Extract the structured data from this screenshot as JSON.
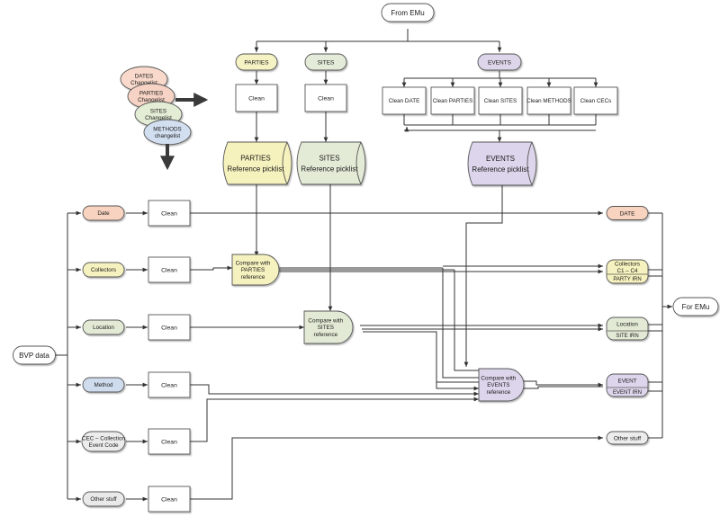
{
  "source": {
    "label": "From EMu"
  },
  "references": [
    {
      "id": "parties",
      "label": "PARTIES",
      "color": "#f5f3c4"
    },
    {
      "id": "sites",
      "label": "SITES",
      "color": "#e4ecd9"
    },
    {
      "id": "events",
      "label": "EVENTS",
      "color": "#ddd6ea"
    }
  ],
  "clean_label": "Clean",
  "event_cleans": [
    "Clean DATE",
    "Clean PARTIES",
    "Clean SITES",
    "Clean METHODS",
    "Clean CECs"
  ],
  "picklists": [
    {
      "id": "parties",
      "line1": "PARTIES",
      "line2": "Reference picklist",
      "color": "#f6f2bd"
    },
    {
      "id": "sites",
      "line1": "SITES",
      "line2": "Reference picklist",
      "color": "#e3ebd6"
    },
    {
      "id": "events",
      "line1": "EVENTS",
      "line2": "Reference picklist",
      "color": "#dcd5eb"
    }
  ],
  "changelists": [
    {
      "label": "DATES\nChangelist",
      "color": "#f9d9cb"
    },
    {
      "label": "PARTIES\nChangelist",
      "color": "#f6d3c4"
    },
    {
      "label": "SITES\nChangelist",
      "color": "#e3ecd4"
    },
    {
      "label": "METHODS\nchangelist",
      "color": "#d2dff0"
    }
  ],
  "input": {
    "label": "BVP data"
  },
  "fields": [
    {
      "id": "date",
      "label": "Date",
      "color": "#f8d3c0"
    },
    {
      "id": "collectors",
      "label": "Collectors",
      "color": "#f6f2bf"
    },
    {
      "id": "location",
      "label": "Location",
      "color": "#e2ead5"
    },
    {
      "id": "method",
      "label": "Method",
      "color": "#cfdcee"
    },
    {
      "id": "cec",
      "label": "CEC – Collection\nEvent Code",
      "color": "#ececec"
    },
    {
      "id": "other",
      "label": "Other stuff",
      "color": "#e9e9e9"
    }
  ],
  "compares": [
    {
      "id": "parties",
      "label": "Compare with\nPARTIES\nreference",
      "color": "#f6f2bf"
    },
    {
      "id": "sites",
      "label": "Compare with\nSITES\nreference",
      "color": "#e2ead5"
    },
    {
      "id": "events",
      "label": "Compare with\nEVENTS\nreference",
      "color": "#dcd5eb"
    }
  ],
  "outputs": [
    {
      "id": "date",
      "label": "DATE",
      "color": "#f8d3c0"
    },
    {
      "id": "collectors",
      "label": "Collectors\nC1 – C4",
      "sub": "PARTY IRN",
      "color": "#f6f2bf"
    },
    {
      "id": "location",
      "label": "Location",
      "sub": "SITE IRN",
      "color": "#e2ead5"
    },
    {
      "id": "event",
      "label": "EVENT",
      "sub": "EVENT IRN",
      "color": "#dcd5eb"
    },
    {
      "id": "other",
      "label": "Other stuff",
      "color": "#ececec"
    }
  ],
  "target": {
    "label": "For EMu"
  }
}
